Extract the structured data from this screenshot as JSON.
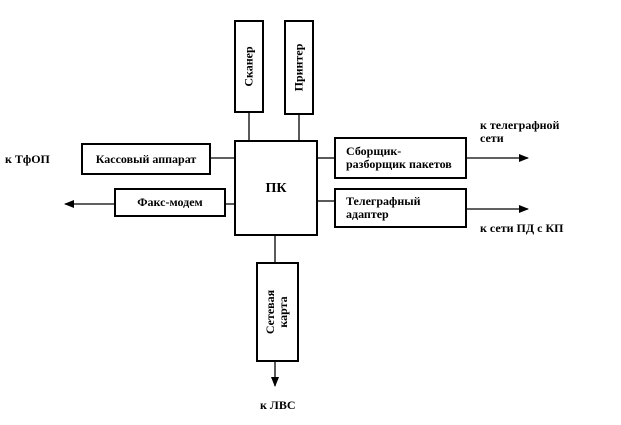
{
  "blocks": {
    "pk": "ПК",
    "scanner": "Сканер",
    "printer": "Принтер",
    "cash_register": "Кассовый аппарат",
    "fax_modem": "Факс-модем",
    "packet_assembler": [
      "Сборщик-",
      "разборщик пакетов"
    ],
    "telegraph_adapter": [
      "Телеграфный",
      "адаптер"
    ],
    "network_card": [
      "Сетевая",
      "карта"
    ]
  },
  "labels": {
    "tfop": "к ТфОП",
    "telegraph_net": [
      "к телеграфной",
      "сети"
    ],
    "pd_net": "к сети ПД с КП",
    "lan": "к ЛВС"
  },
  "colors": {
    "line": "#000000",
    "background": "#ffffff"
  }
}
